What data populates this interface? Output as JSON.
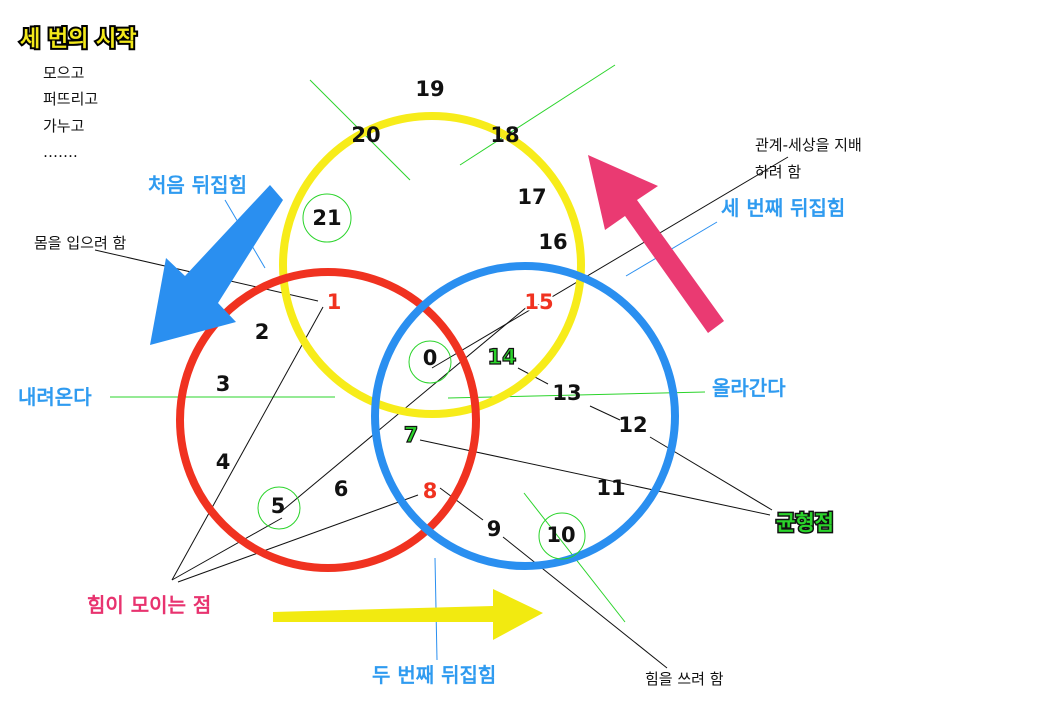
{
  "title": "세 번의 시작",
  "steps": [
    "모으고",
    "퍼뜨리고",
    "가누고",
    "……."
  ],
  "labels": {
    "first_flip": "처음 뒤집힘",
    "second_flip": "두 번째 뒤집힘",
    "third_flip": "세 번째 뒤집힘",
    "descend": "내려온다",
    "ascend": "올라간다",
    "gather_point": "힘이 모이는 점",
    "balance_point": "균형점",
    "want_body": "몸을 입으려 함",
    "want_power": "힘을 쓰려 함",
    "want_rule_line1": "관계-세상을 지배",
    "want_rule_line2": "하려 함"
  },
  "numbers": {
    "n0": "0",
    "n1": "1",
    "n2": "2",
    "n3": "3",
    "n4": "4",
    "n5": "5",
    "n6": "6",
    "n7": "7",
    "n8": "8",
    "n9": "9",
    "n10": "10",
    "n11": "11",
    "n12": "12",
    "n13": "13",
    "n14": "14",
    "n15": "15",
    "n16": "16",
    "n17": "17",
    "n18": "18",
    "n19": "19",
    "n20": "20",
    "n21": "21"
  },
  "colors": {
    "yellow_circle": "#f7ec1a",
    "red_circle": "#f03220",
    "blue_circle": "#2a8ff0",
    "title_yellow": "#f2e81a",
    "highlight_red": "#f03220",
    "highlight_green": "#2bd42b",
    "blue_arrow": "#2a8ff0",
    "pink_arrow": "#ea3a72",
    "yellow_arrow": "#f2ea10"
  }
}
